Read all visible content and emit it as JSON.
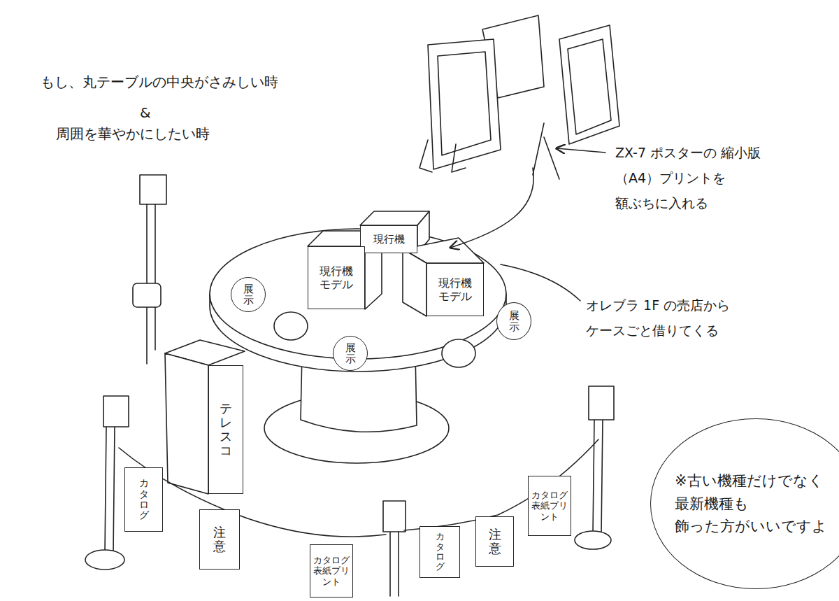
{
  "diagram": {
    "nodes": [
      {
        "text": [
          "現行機"
        ]
      },
      {
        "text": [
          "現行機モデル"
        ]
      },
      {
        "text": [
          "現行機モデル"
        ]
      },
      {
        "text": [
          "展示"
        ]
      },
      {
        "text": [
          "展示"
        ]
      },
      {
        "text": [
          "展示"
        ]
      },
      {
        "text": [
          "テレスコ"
        ]
      },
      {
        "text": [
          "カタログ"
        ]
      },
      {
        "text": [
          "注意"
        ]
      },
      {
        "text": [
          "カタログ表紙プリント"
        ]
      },
      {
        "text": [
          "カタログ"
        ]
      },
      {
        "text": [
          "注意"
        ]
      },
      {
        "text": [
          "カタログ表紙プリント"
        ]
      },
      {
        "text": [
          "※古い機種だけでなく 最新機種も 飾った方がいいですよ"
        ]
      }
    ],
    "labels": [
      "もし、丸テーブルの中央がさみしい時",
      "&",
      "周囲を華やかにしたい時",
      "ZX-7 ポスターの 縮小版（A4）プリントを 額ぶちに入れる",
      "オレブラ 1F の売店から ケースごと借りてくる"
    ]
  }
}
